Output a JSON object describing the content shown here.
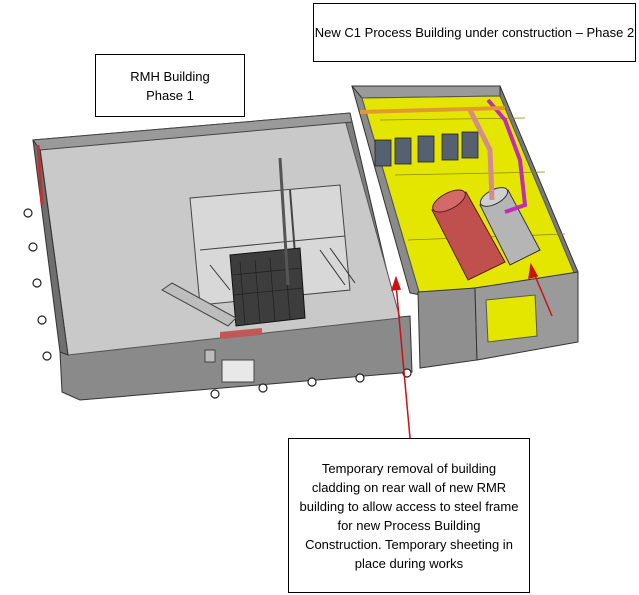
{
  "labels": {
    "rmh_building": "RMH Building\nPhase 1",
    "c1_building": "New C1 Process Building under construction – Phase 2",
    "cladding_note": "Temporary removal of building cladding on rear wall of new RMR building to allow access to steel frame for new Process Building Construction. Temporary sheeting in place during works"
  },
  "colors": {
    "arrow": "#cc1111",
    "floor_yellow": "#e4e600",
    "wall_grey": "#8c8c8c",
    "floor_grey": "#c7c7c7",
    "tank_red": "#c0504d",
    "pipe_magenta": "#c02cb8",
    "beam_orange": "#e39a2c"
  }
}
